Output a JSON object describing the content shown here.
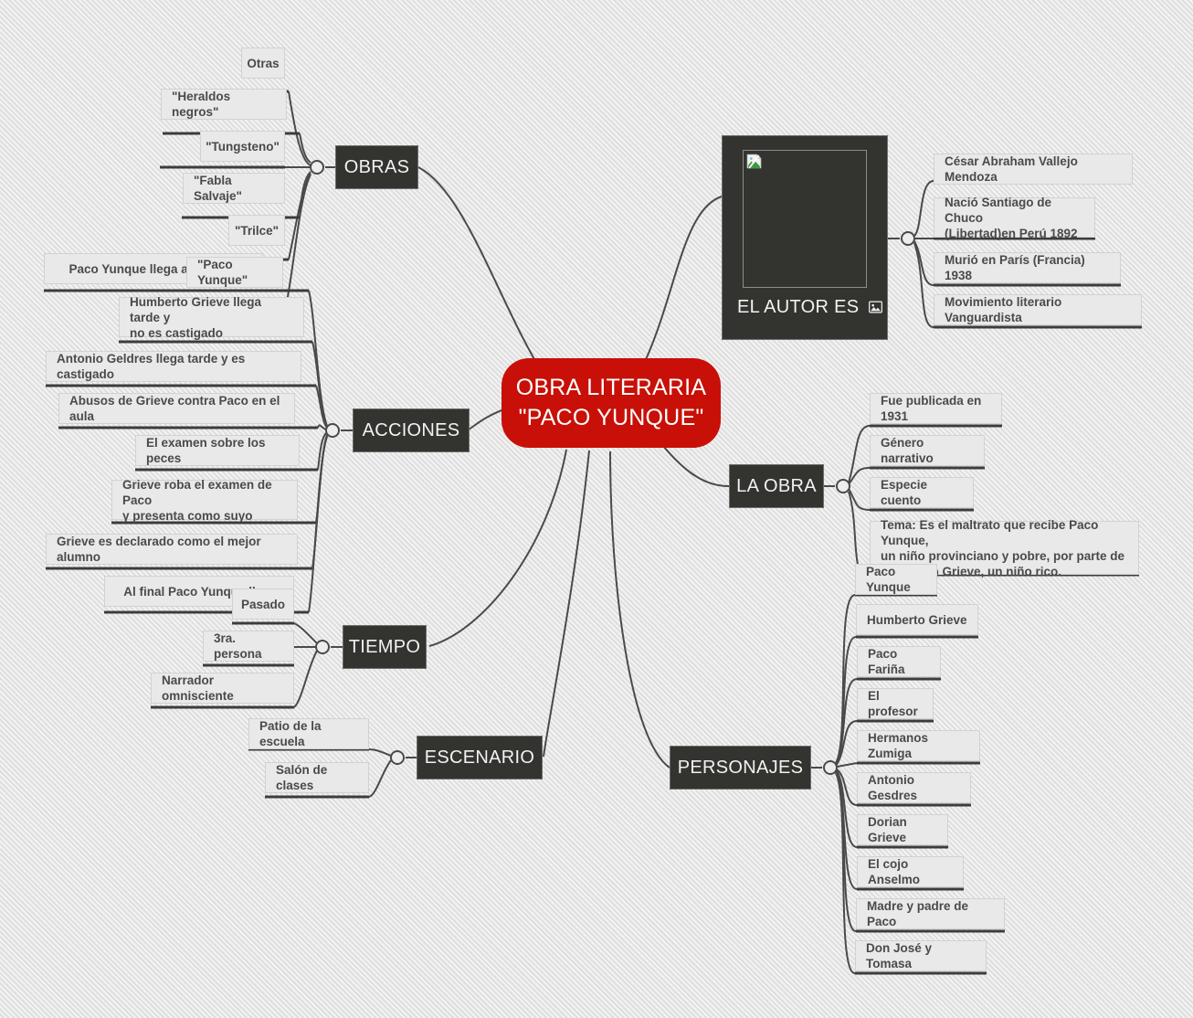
{
  "mindmap": {
    "root": {
      "label": "OBRA LITERARIA\n\"PACO YUNQUE\"",
      "color": "#c81008"
    },
    "theme": {
      "branch_color": "#333330",
      "leaf_color": "#e9e9e9",
      "line_color": "#4a4a4a",
      "background": "#e4e4e4"
    },
    "branches": [
      {
        "id": "obras",
        "label": "OBRAS",
        "children": [
          {
            "label": "Otras"
          },
          {
            "label": "\"Heraldos negros\""
          },
          {
            "label": "\"Tungsteno\""
          },
          {
            "label": "\"Fabla Salvaje\""
          },
          {
            "label": "\"Trilce\""
          },
          {
            "label": "\"Paco Yunque\""
          }
        ]
      },
      {
        "id": "acciones",
        "label": "ACCIONES",
        "children": [
          {
            "label": "Paco Yunque llega al colegio"
          },
          {
            "label": "Humberto Grieve llega tarde y\nno es castigado"
          },
          {
            "label": "Antonio Geldres llega tarde y es castigado"
          },
          {
            "label": "Abusos de Grieve contra Paco en el aula"
          },
          {
            "label": "El examen sobre los peces"
          },
          {
            "label": "Grieve roba el examen de Paco\ny presenta como suyo"
          },
          {
            "label": "Grieve es declarado como el mejor alumno"
          },
          {
            "label": "Al final Paco Yunque llora"
          }
        ]
      },
      {
        "id": "tiempo",
        "label": "TIEMPO",
        "children": [
          {
            "label": "Pasado"
          },
          {
            "label": "3ra. persona"
          },
          {
            "label": "Narrador omnisciente"
          }
        ]
      },
      {
        "id": "escenario",
        "label": "ESCENARIO",
        "children": [
          {
            "label": "Patio de la escuela"
          },
          {
            "label": "Salón de clases"
          }
        ]
      },
      {
        "id": "autor",
        "label": "EL AUTOR ES",
        "has_image": true,
        "image_icon": "picture-icon",
        "children": [
          {
            "label": "César Abraham Vallejo Mendoza"
          },
          {
            "label": "Nació Santiago de Chuco\n(Libertad)en Perú 1892"
          },
          {
            "label": "Murió en París (Francia) 1938"
          },
          {
            "label": "Movimiento literario Vanguardista"
          }
        ]
      },
      {
        "id": "laobra",
        "label": "LA OBRA",
        "children": [
          {
            "label": "Fue publicada en 1931"
          },
          {
            "label": "Género narrativo"
          },
          {
            "label": "Especie cuento"
          },
          {
            "label": "Tema: Es el maltrato que recibe Paco Yunque,\nun niño provinciano y pobre,  por parte de\nHumberto Grieve, un niño rico."
          }
        ]
      },
      {
        "id": "personajes",
        "label": "PERSONAJES",
        "children": [
          {
            "label": "Paco Yunque"
          },
          {
            "label": "Humberto Grieve"
          },
          {
            "label": "Paco Fariña"
          },
          {
            "label": "El profesor"
          },
          {
            "label": "Hermanos Zumiga"
          },
          {
            "label": "Antonio Gesdres"
          },
          {
            "label": "Dorian Grieve"
          },
          {
            "label": "El cojo Anselmo"
          },
          {
            "label": "Madre y padre de Paco"
          },
          {
            "label": "Don José y Tomasa"
          }
        ]
      }
    ]
  }
}
